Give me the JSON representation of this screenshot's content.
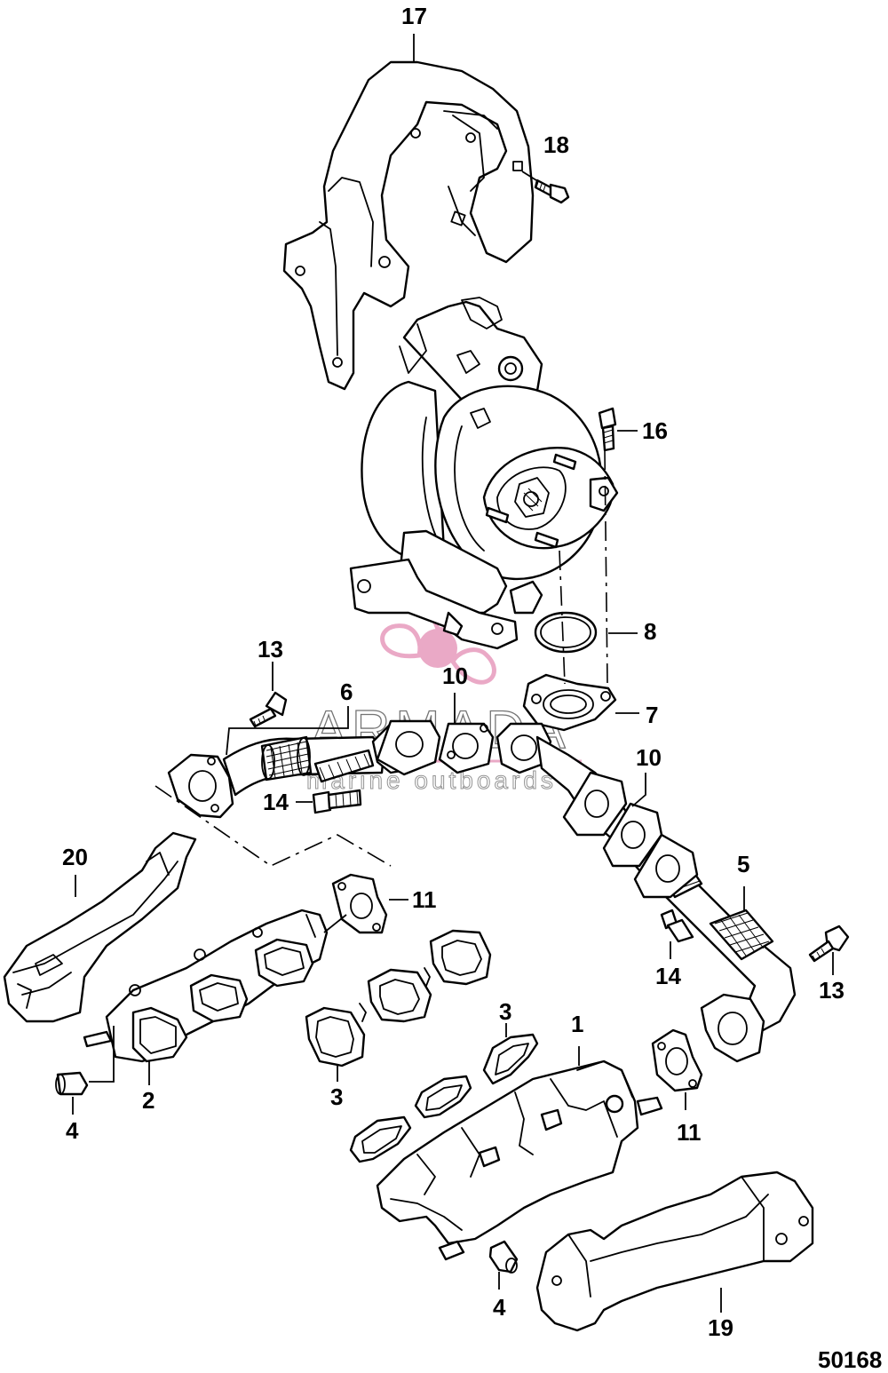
{
  "diagram_id": "50168",
  "watermark": {
    "brand": "ARMADA",
    "tagline": "marine outboards",
    "color": "#e8a0c0"
  },
  "callouts": [
    {
      "id": "17",
      "text": "17"
    },
    {
      "id": "18",
      "text": "18"
    },
    {
      "id": "16",
      "text": "16"
    },
    {
      "id": "8",
      "text": "8"
    },
    {
      "id": "13a",
      "text": "13"
    },
    {
      "id": "6",
      "text": "6"
    },
    {
      "id": "10a",
      "text": "10"
    },
    {
      "id": "7",
      "text": "7"
    },
    {
      "id": "10b",
      "text": "10"
    },
    {
      "id": "14a",
      "text": "14"
    },
    {
      "id": "20",
      "text": "20"
    },
    {
      "id": "5",
      "text": "5"
    },
    {
      "id": "11a",
      "text": "11"
    },
    {
      "id": "14b",
      "text": "14"
    },
    {
      "id": "13b",
      "text": "13"
    },
    {
      "id": "3a",
      "text": "3"
    },
    {
      "id": "1",
      "text": "1"
    },
    {
      "id": "2",
      "text": "2"
    },
    {
      "id": "3b",
      "text": "3"
    },
    {
      "id": "4a",
      "text": "4"
    },
    {
      "id": "11b",
      "text": "11"
    },
    {
      "id": "4b",
      "text": "4"
    },
    {
      "id": "19",
      "text": "19"
    }
  ]
}
